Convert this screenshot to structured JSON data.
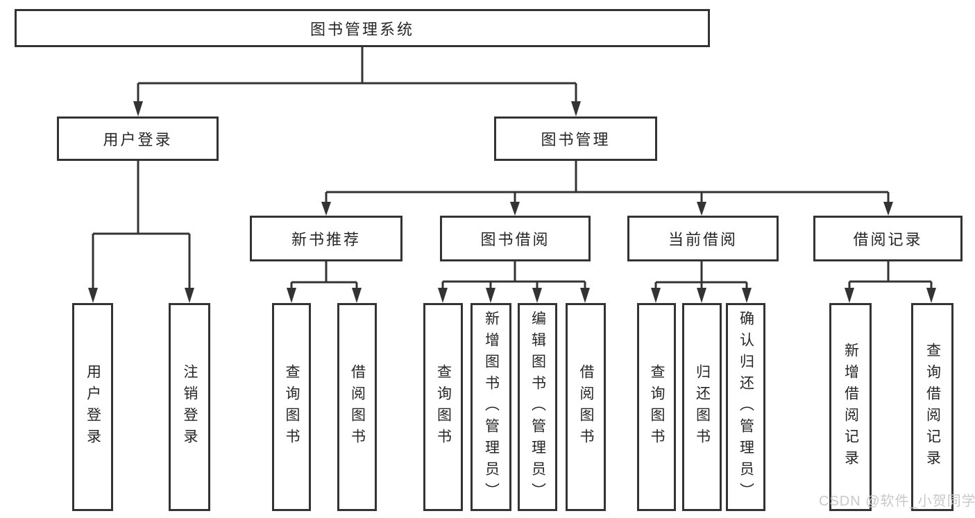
{
  "diagram": {
    "title": "图书管理系统",
    "root": {
      "label": "图书管理系统"
    },
    "level2": [
      {
        "label": "用户登录"
      },
      {
        "label": "图书管理"
      }
    ],
    "level3": [
      {
        "label": "新书推荐",
        "parent": "图书管理"
      },
      {
        "label": "图书借阅",
        "parent": "图书管理"
      },
      {
        "label": "当前借阅",
        "parent": "图书管理"
      },
      {
        "label": "借阅记录",
        "parent": "图书管理"
      }
    ],
    "leaves": [
      {
        "label": "用户登录",
        "parent": "用户登录"
      },
      {
        "label": "注销登录",
        "parent": "用户登录"
      },
      {
        "label": "查询图书",
        "parent": "新书推荐"
      },
      {
        "label": "借阅图书",
        "parent": "新书推荐"
      },
      {
        "label": "查询图书",
        "parent": "图书借阅"
      },
      {
        "label": "新增图书（管理员）",
        "parent": "图书借阅"
      },
      {
        "label": "编辑图书（管理员）",
        "parent": "图书借阅"
      },
      {
        "label": "借阅图书",
        "parent": "图书借阅"
      },
      {
        "label": "查询图书",
        "parent": "当前借阅"
      },
      {
        "label": "归还图书",
        "parent": "当前借阅"
      },
      {
        "label": "确认归还（管理员）",
        "parent": "当前借阅"
      },
      {
        "label": "新增借阅记录",
        "parent": "借阅记录"
      },
      {
        "label": "查询借阅记录",
        "parent": "借阅记录"
      }
    ],
    "colors": {
      "line": "#333333",
      "text": "#262626",
      "background": "#ffffff",
      "watermark": "#c9c9c9"
    }
  },
  "watermark": {
    "text": "CSDN @软件_小贺同学"
  }
}
